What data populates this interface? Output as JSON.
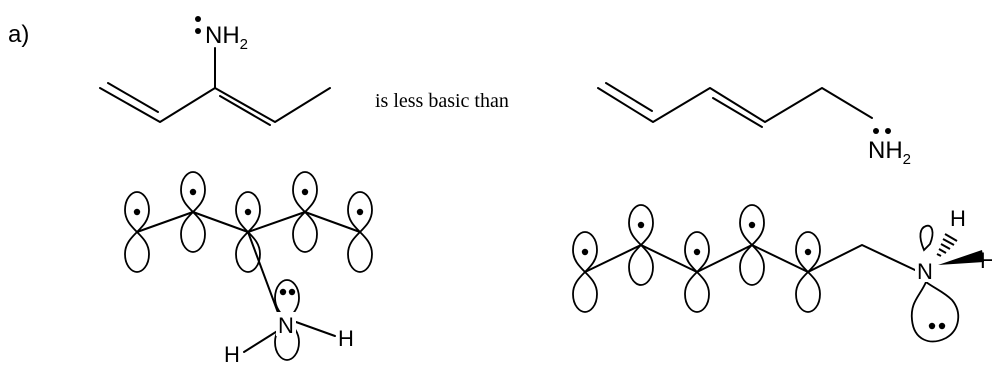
{
  "part_label": "a)",
  "comparison_text": "is less basic than",
  "left_molecule": {
    "amine_label": "NH",
    "amine_subscript": "2",
    "orbital_nitrogen": "N",
    "orbital_h1": "H",
    "orbital_h2": "H"
  },
  "right_molecule": {
    "amine_label": "NH",
    "amine_subscript": "2",
    "orbital_nitrogen": "N",
    "orbital_h1": "H",
    "orbital_h2": "H"
  }
}
